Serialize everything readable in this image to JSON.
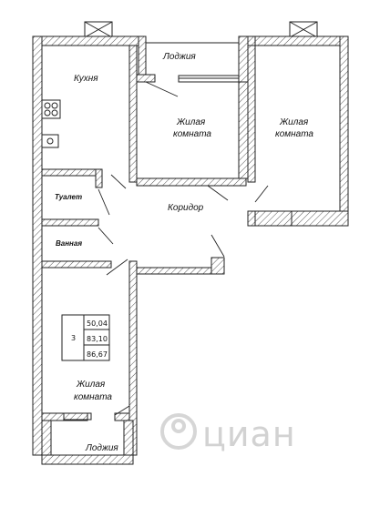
{
  "rooms": {
    "kitchen": "Кухня",
    "loggia_top": "Лоджия",
    "living_center_line1": "Жилая",
    "living_center_line2": "комната",
    "living_right_line1": "Жилая",
    "living_right_line2": "комната",
    "toilet": "Туалет",
    "bathroom": "Ванная",
    "corridor": "Коридор",
    "living_bottom_line1": "Жилая",
    "living_bottom_line2": "комната",
    "loggia_bottom": "Лоджия"
  },
  "area_table": {
    "rooms_count": "3",
    "living_area": "50,04",
    "total_area": "83,10",
    "total_with_loggia": "86,67"
  },
  "watermark": "циан"
}
